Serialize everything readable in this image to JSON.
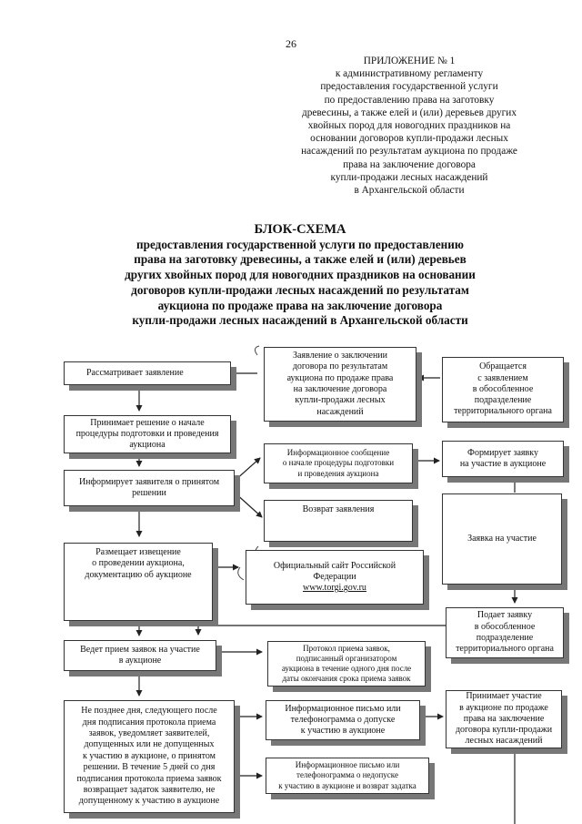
{
  "page_number": "26",
  "appendix": {
    "lines": [
      "ПРИЛОЖЕНИЕ № 1",
      "к административному регламенту",
      "предоставления государственной услуги",
      "по предоставлению права на заготовку",
      "древесины, а также елей и (или) деревьев других",
      "хвойных пород  для новогодних праздников на",
      "основании договоров купли-продажи лесных",
      "насаждений по результатам аукциона по продаже",
      "права на заключение договора",
      "купли-продажи лесных насаждений",
      "в Архангельской области"
    ]
  },
  "title": {
    "heading": "БЛОК-СХЕМА",
    "lines": [
      "предоставления государственной услуги по предоставлению",
      "права на заготовку древесины, а также елей и (или) деревьев",
      "других хвойных пород  для новогодних праздников на основании",
      "договоров купли-продажи лесных насаждений по результатам",
      "аукциона по продаже права на заключение договора",
      "купли-продажи лесных насаждений в Архангельской области"
    ]
  },
  "boxes": {
    "application": [
      "Заявление о заключении",
      "договора по результатам",
      "аукциона по продаже права",
      "на заключение договора",
      "купли-продажи лесных",
      "насаждений"
    ],
    "applies": [
      "Обращается",
      "с заявлением",
      "в обособленное",
      "подразделение",
      "территориального органа"
    ],
    "reviews": [
      "Рассматривает заявление"
    ],
    "decision": [
      "Принимает решение о начале",
      "процедуры подготовки и проведения",
      "аукциона"
    ],
    "info_message": [
      "Информационное сообщение",
      "о начале процедуры подготовки",
      "и проведения аукциона"
    ],
    "form_bid": [
      "Формирует заявку",
      "на участие в аукционе"
    ],
    "inform_applicant": [
      "Информирует заявителя о принятом",
      "решении"
    ],
    "return_application": [
      "Возврат заявления"
    ],
    "bid": [
      "Заявка на участие"
    ],
    "publishes_notice": [
      "Размещает извещение",
      "о проведении аукциона,",
      "документацию об аукционе"
    ],
    "official_site": [
      "Официальный сайт Российской",
      "Федерации",
      "www.torgi.gov.ru"
    ],
    "submits_bid": [
      "Подает заявку",
      "в обособленное",
      "подразделение",
      "территориального органа"
    ],
    "accepts_bids": [
      "Ведет прием заявок на участие",
      "в аукционе"
    ],
    "protocol": [
      "Протокол приема заявок,",
      "подписанный организатором",
      "аукциона в течение одного дня после",
      "даты окончания срока приема заявок"
    ],
    "notify": [
      "Не позднее дня, следующего после",
      "дня подписания протокола приема",
      "заявок, уведомляет заявителей,",
      "допущенных или не допущенных",
      "к участию в аукционе, о принятом",
      "решении. В течение 5 дней со дня",
      "подписания протокола приема заявок",
      "возвращает задаток заявителю, не",
      "допущенному к участию в аукционе"
    ],
    "admission_letter": [
      "Информационное письмо или",
      "телефонограмма о допуске",
      "к участию в аукционе"
    ],
    "participates": [
      "Принимает участие",
      "в аукционе по продаже",
      "права на заключение",
      "договора купли-продажи",
      "лесных насаждений"
    ],
    "rejection_letter": [
      "Информационное письмо или",
      "телефонограмма о недопуске",
      "к участию в аукционе и возврат задатка"
    ]
  }
}
